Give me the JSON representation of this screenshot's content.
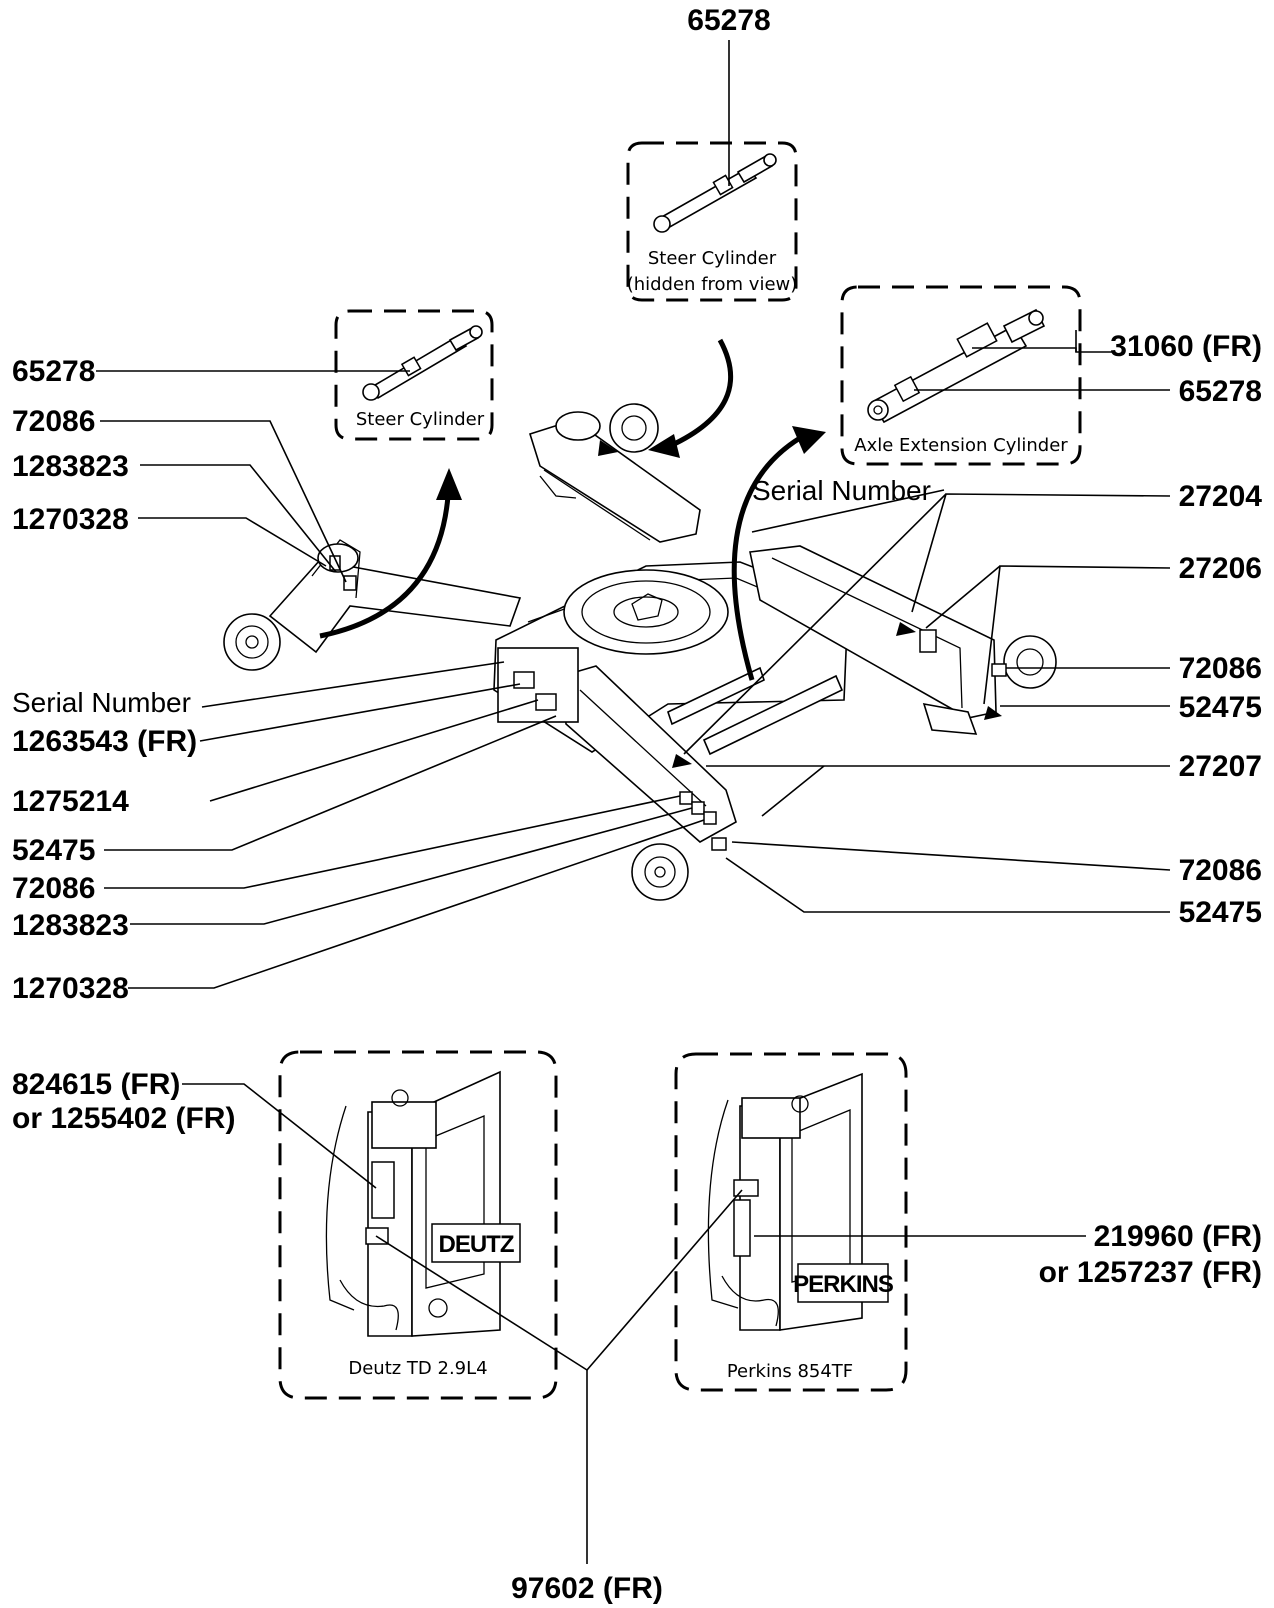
{
  "callouts": {
    "top_steer": "65278",
    "left_steer": "65278",
    "left_1": "72086",
    "left_2": "1283823",
    "left_3": "1270328",
    "serial_left": "Serial Number",
    "left_4": "1263543 (FR)",
    "left_5": "1275214",
    "left_6": "52475",
    "left_7": "72086",
    "left_8": "1283823",
    "left_9": "1270328",
    "right_1": "31060 (FR)",
    "right_2": "65278",
    "serial_right": "Serial Number",
    "right_3": "27204",
    "right_4": "27206",
    "right_5": "72086",
    "right_6": "52475",
    "right_7": "27207",
    "right_8": "72086",
    "right_9": "52475",
    "deutz_a": "824615 (FR)",
    "deutz_b": "or 1255402 (FR)",
    "perkins_a": "219960 (FR)",
    "perkins_b": "or 1257237 (FR)",
    "bottom": "97602 (FR)"
  },
  "insets": {
    "steer_top_line1": "Steer Cylinder",
    "steer_top_line2": "(hidden from view)",
    "steer_left": "Steer Cylinder",
    "axle_ext": "Axle Extension Cylinder",
    "deutz_caption": "Deutz TD 2.9L4",
    "perkins_caption": "Perkins 854TF",
    "deutz_logo": "DEUTZ",
    "perkins_logo": "PERKINS"
  }
}
